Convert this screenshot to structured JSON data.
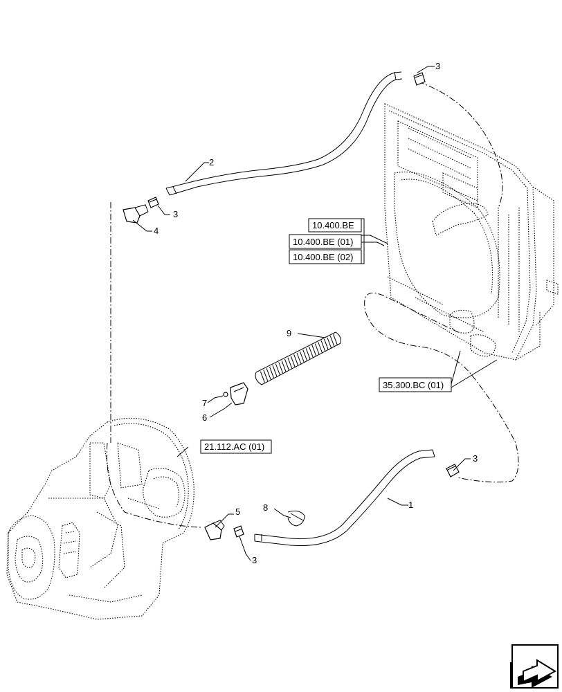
{
  "callouts": {
    "c1": "1",
    "c2": "2",
    "c3_top": "3",
    "c3_upper_left": "3",
    "c3_right": "3",
    "c3_bottom": "3",
    "c4": "4",
    "c5": "5",
    "c6": "6",
    "c7": "7",
    "c8": "8",
    "c9": "9"
  },
  "references": {
    "ref_10400be": "10.400.BE",
    "ref_10400be_01": "10.400.BE (01)",
    "ref_10400be_02": "10.400.BE (02)",
    "ref_35300bc_01": "35.300.BC (01)",
    "ref_21112ac_01": "21.112.AC (01)"
  },
  "nav_icon": "next-page-arrow-icon"
}
